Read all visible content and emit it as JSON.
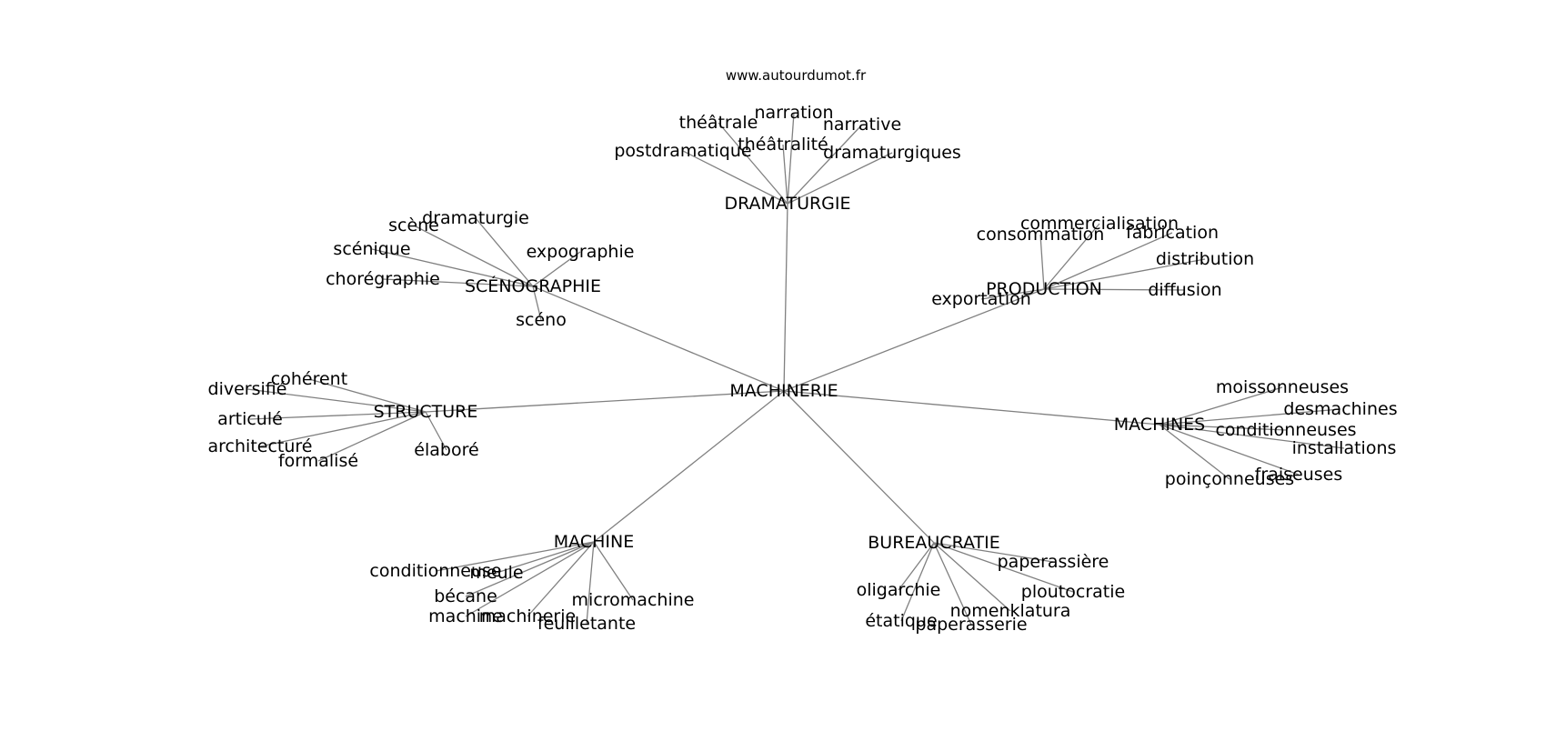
{
  "source": "www.autourdumot.fr",
  "center": "MACHINERIE",
  "clusters": [
    {
      "name": "DRAMATURGIE",
      "words": [
        "théâtrale",
        "narration",
        "narrative",
        "postdramatique",
        "théâtralité",
        "dramaturgiques"
      ]
    },
    {
      "name": "SCÉNOGRAPHIE",
      "words": [
        "dramaturgie",
        "scène",
        "scénique",
        "expographie",
        "chorégraphie",
        "scéno"
      ]
    },
    {
      "name": "PRODUCTION",
      "words": [
        "commercialisation",
        "consommation",
        "fabrication",
        "distribution",
        "diffusion",
        "exportation"
      ]
    },
    {
      "name": "STRUCTURE",
      "words": [
        "cohérent",
        "diversifié",
        "articulé",
        "architecturé",
        "formalisé",
        "élaboré"
      ]
    },
    {
      "name": "MACHINES",
      "words": [
        "moissonneuses",
        "desmachines",
        "conditionneuses",
        "installations",
        "fraiseuses",
        "poinçonneuses"
      ]
    },
    {
      "name": "MACHINE",
      "words": [
        "conditionneuse",
        "meule",
        "bécane",
        "micromachine",
        "machinerie",
        "machine",
        "feuilletante"
      ]
    },
    {
      "name": "BUREAUCRATIE",
      "words": [
        "paperassière",
        "oligarchie",
        "ploutocratie",
        "nomenklatura",
        "étatique",
        "paperasserie"
      ]
    }
  ]
}
